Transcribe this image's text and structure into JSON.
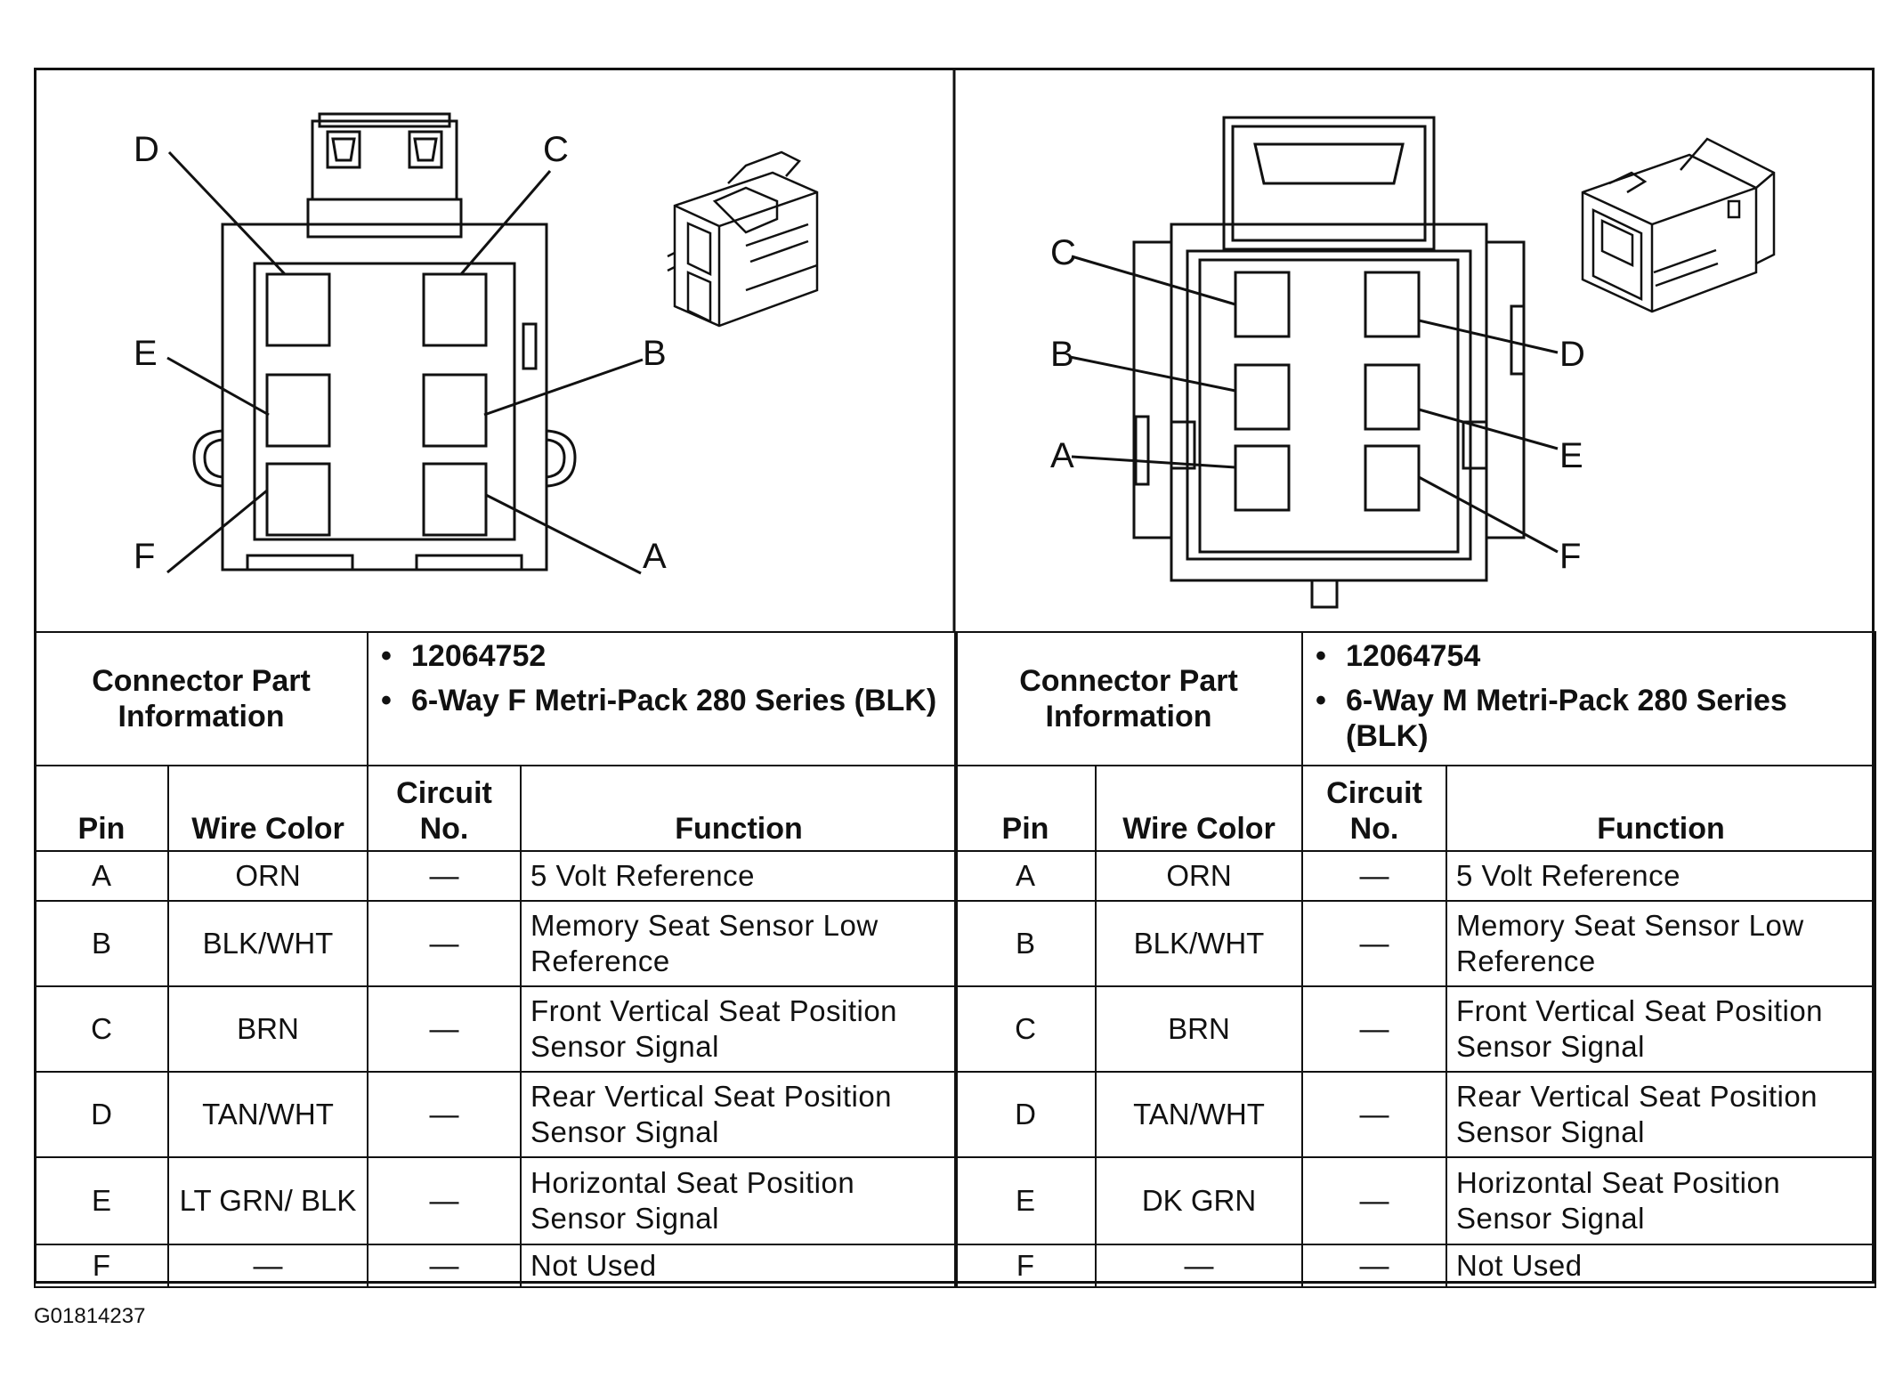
{
  "figure_id": "G01814237",
  "connectors": [
    {
      "pin_callouts": [
        "D",
        "C",
        "E",
        "B",
        "F",
        "A"
      ],
      "info_label": "Connector Part Information",
      "part_number": "12064752",
      "description": "6-Way F Metri-Pack 280 Series (BLK)",
      "headers": {
        "pin": "Pin",
        "wire_color": "Wire Color",
        "circuit_no": "Circuit No.",
        "function": "Function"
      },
      "rows": [
        {
          "pin": "A",
          "wire_color": "ORN",
          "circuit": "—",
          "function": "5 Volt Reference"
        },
        {
          "pin": "B",
          "wire_color": "BLK/WHT",
          "circuit": "—",
          "function": "Memory Seat Sensor Low Reference"
        },
        {
          "pin": "C",
          "wire_color": "BRN",
          "circuit": "—",
          "function": "Front Vertical Seat Position Sensor Signal"
        },
        {
          "pin": "D",
          "wire_color": "TAN/WHT",
          "circuit": "—",
          "function": "Rear Vertical Seat Position Sensor Signal"
        },
        {
          "pin": "E",
          "wire_color": "LT GRN/ BLK",
          "circuit": "—",
          "function": "Horizontal Seat Position Sensor Signal"
        },
        {
          "pin": "F",
          "wire_color": "—",
          "circuit": "—",
          "function": "Not Used"
        }
      ]
    },
    {
      "pin_callouts": [
        "C",
        "B",
        "A",
        "D",
        "E",
        "F"
      ],
      "info_label": "Connector Part Information",
      "part_number": "12064754",
      "description": "6-Way M Metri-Pack 280 Series (BLK)",
      "headers": {
        "pin": "Pin",
        "wire_color": "Wire Color",
        "circuit_no": "Circuit No.",
        "function": "Function"
      },
      "rows": [
        {
          "pin": "A",
          "wire_color": "ORN",
          "circuit": "—",
          "function": "5 Volt Reference"
        },
        {
          "pin": "B",
          "wire_color": "BLK/WHT",
          "circuit": "—",
          "function": "Memory Seat Sensor Low Reference"
        },
        {
          "pin": "C",
          "wire_color": "BRN",
          "circuit": "—",
          "function": "Front Vertical Seat Position Sensor Signal"
        },
        {
          "pin": "D",
          "wire_color": "TAN/WHT",
          "circuit": "—",
          "function": "Rear Vertical Seat Position Sensor Signal"
        },
        {
          "pin": "E",
          "wire_color": "DK GRN",
          "circuit": "—",
          "function": "Horizontal Seat Position Sensor Signal"
        },
        {
          "pin": "F",
          "wire_color": "—",
          "circuit": "—",
          "function": "Not Used"
        }
      ]
    }
  ]
}
